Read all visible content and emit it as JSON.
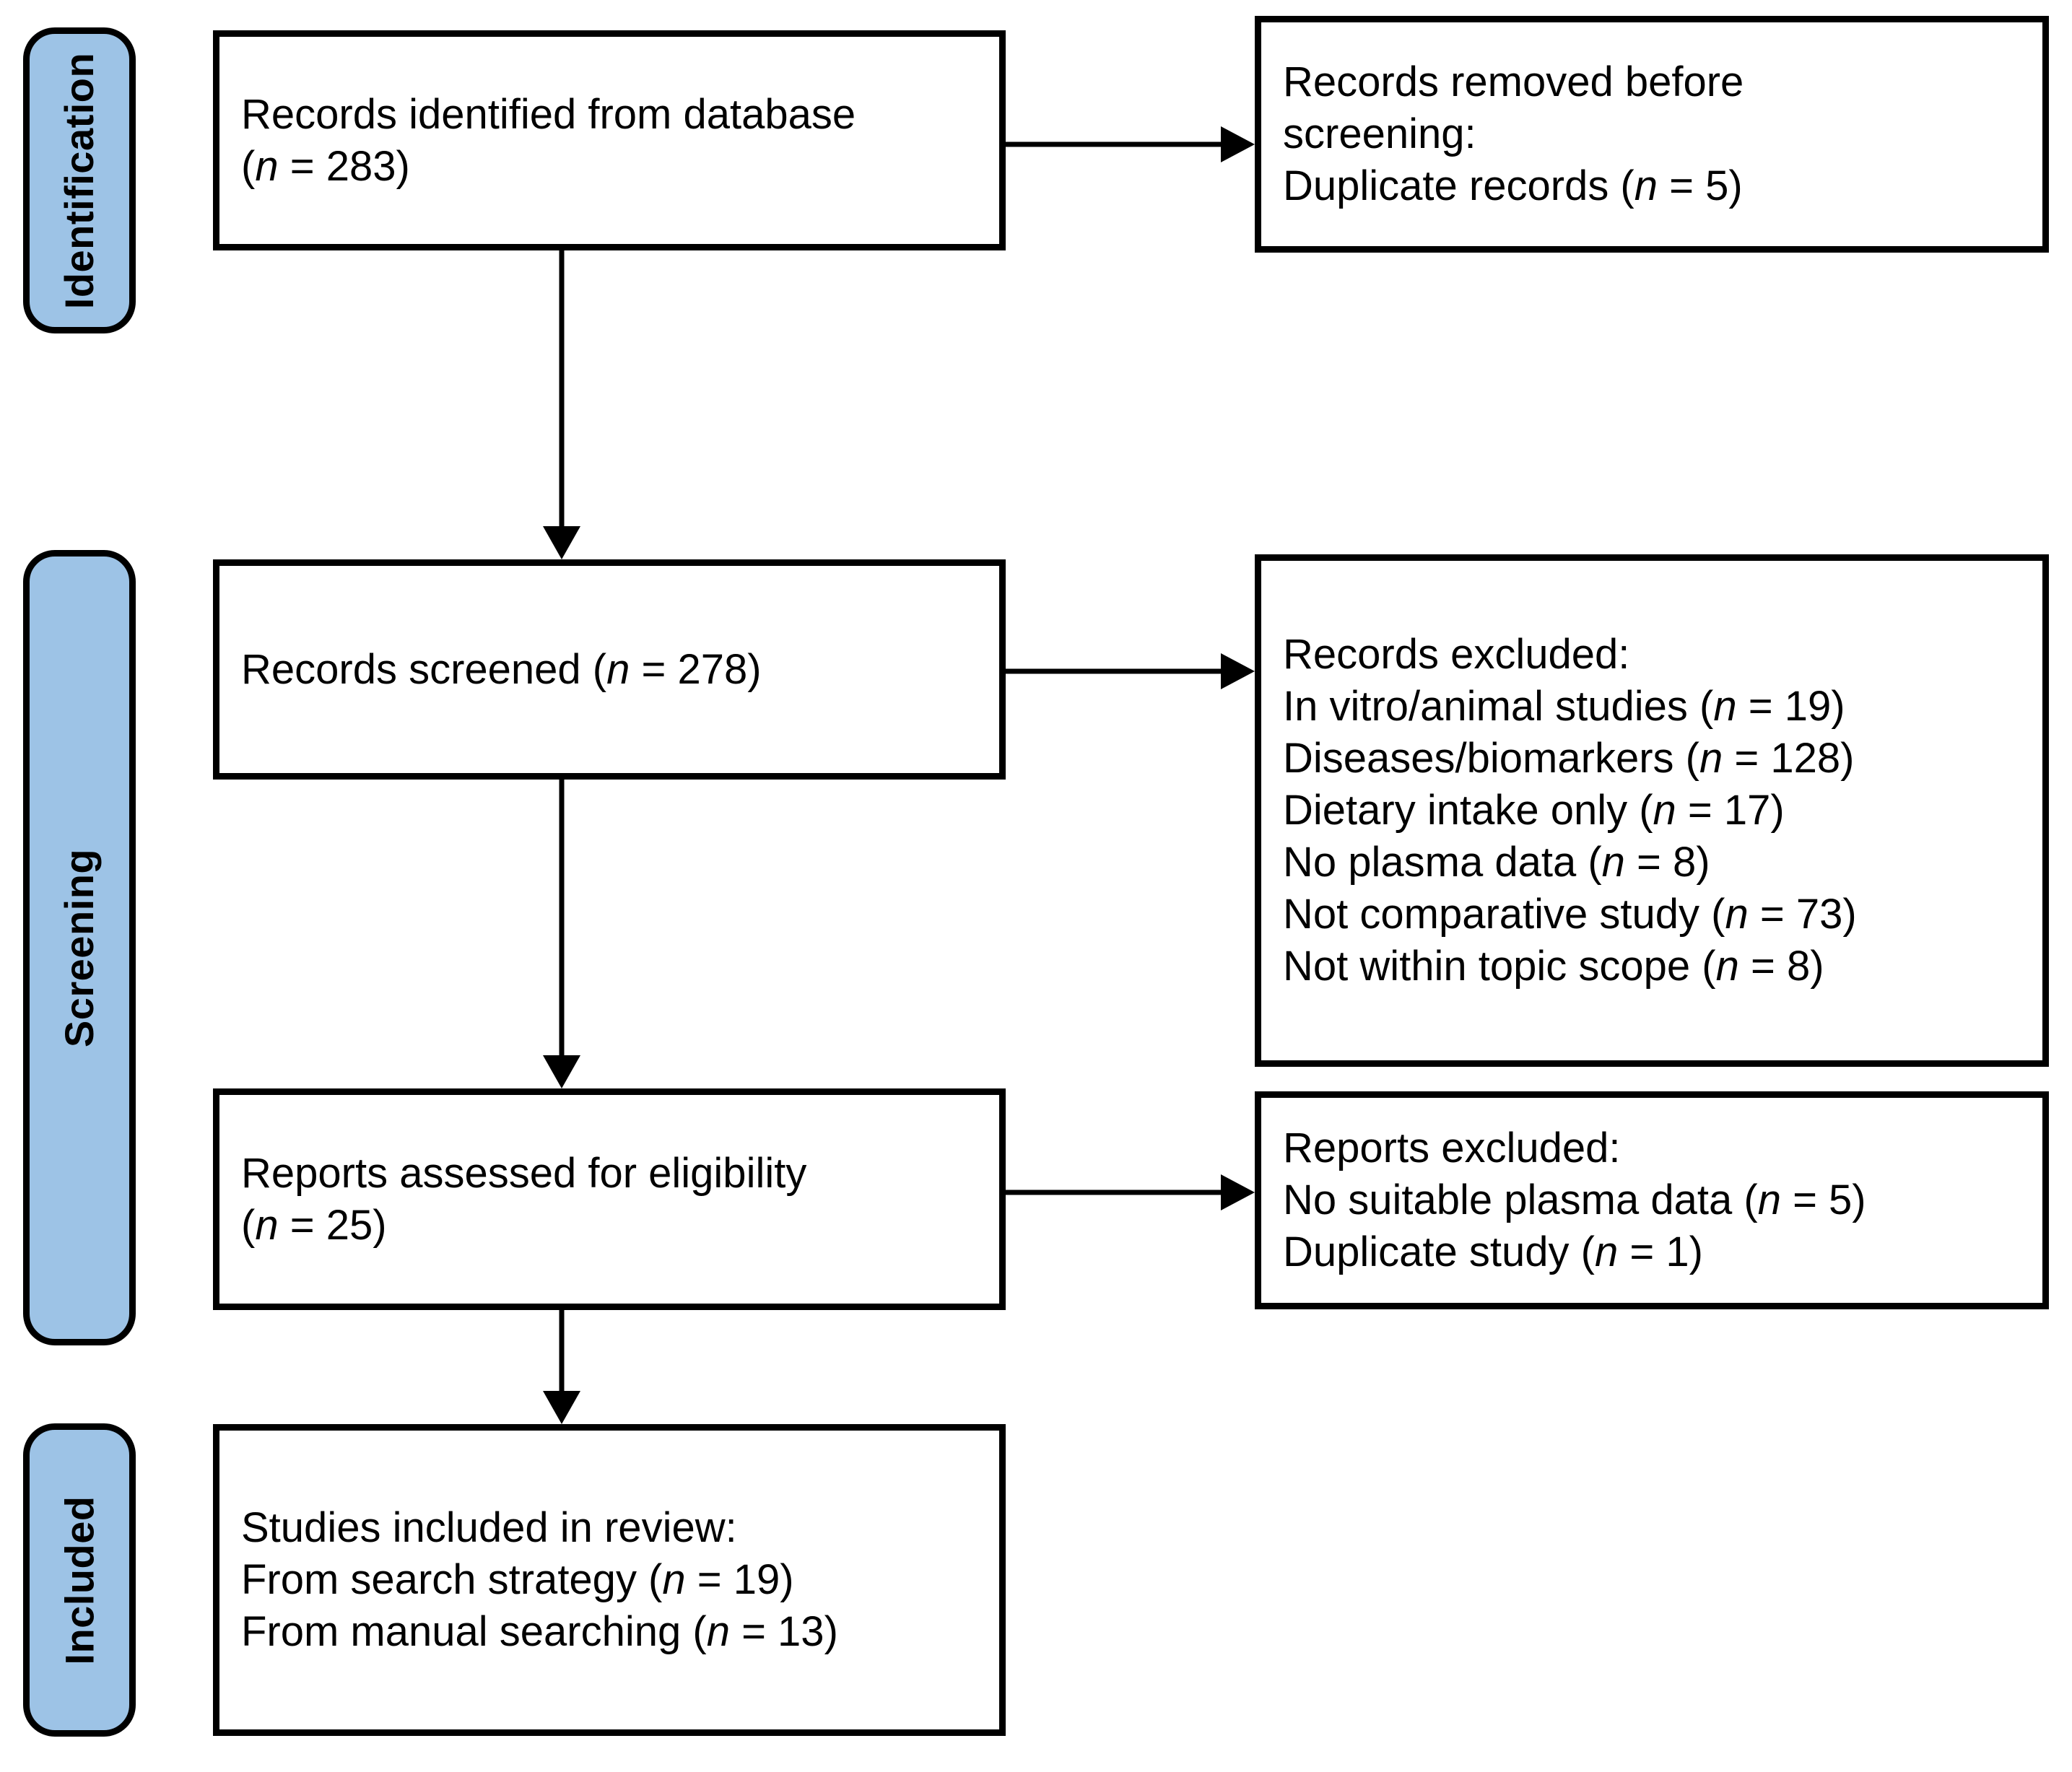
{
  "diagram": {
    "type": "PRISMA flow diagram",
    "accent_color": "#9DC3E6",
    "line_color": "#000000",
    "background": "#ffffff"
  },
  "stages": [
    {
      "id": "identification",
      "label": "Identification"
    },
    {
      "id": "screening",
      "label": "Screening"
    },
    {
      "id": "included",
      "label": "Included"
    }
  ],
  "boxes": {
    "records_identified": {
      "lines": [
        "Records identified from database",
        "(n = 283)"
      ]
    },
    "records_removed": {
      "lines": [
        "Records removed before",
        "screening:",
        "Duplicate records (n = 5)"
      ]
    },
    "records_screened": {
      "lines": [
        "Records screened (n = 278)"
      ]
    },
    "records_excluded": {
      "lines": [
        "Records excluded:",
        "In vitro/animal studies (n = 19)",
        "Diseases/biomarkers (n = 128)",
        "Dietary intake only (n = 17)",
        "No plasma data (n = 8)",
        "Not comparative study (n = 73)",
        "Not within topic scope (n = 8)"
      ]
    },
    "reports_assessed": {
      "lines": [
        "Reports assessed for eligibility",
        "(n = 25)"
      ]
    },
    "reports_excluded": {
      "lines": [
        "Reports excluded:",
        "No suitable plasma data (n = 5)",
        "Duplicate study (n = 1)"
      ]
    },
    "studies_included": {
      "lines": [
        "Studies included in review:",
        "From search strategy (n = 19)",
        "From manual searching (n = 13)"
      ]
    }
  },
  "counts": {
    "records_identified_from_database": 283,
    "duplicate_records_removed": 5,
    "records_screened": 278,
    "excluded_in_vitro_animal_studies": 19,
    "excluded_diseases_biomarkers": 128,
    "excluded_dietary_intake_only": 17,
    "excluded_no_plasma_data": 8,
    "excluded_not_comparative_study": 73,
    "excluded_not_within_topic_scope": 8,
    "reports_assessed_for_eligibility": 25,
    "reports_excluded_no_suitable_plasma_data": 5,
    "reports_excluded_duplicate_study": 1,
    "studies_included_from_search_strategy": 19,
    "studies_included_from_manual_searching": 13
  }
}
